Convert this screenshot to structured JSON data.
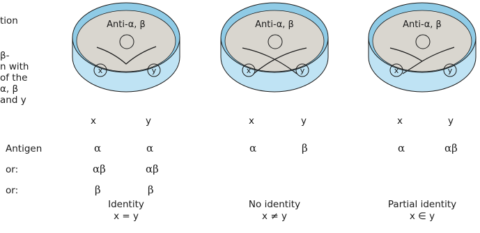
{
  "side_text": [
    "tion",
    "β-",
    "n with",
    "of the",
    "α, β",
    "and y"
  ],
  "row_labels": [
    "Antigen",
    "or:",
    "or:"
  ],
  "panels": [
    {
      "dish_label": "Anti-α, β",
      "well_left": "x",
      "well_right": "y",
      "col_left": "x",
      "col_right": "y",
      "rows": [
        [
          "α",
          "α"
        ],
        [
          "αβ",
          "αβ"
        ],
        [
          "β",
          "β"
        ]
      ],
      "caption": "Identity",
      "relation": "x = y"
    },
    {
      "dish_label": "Anti-α, β",
      "well_left": "x",
      "well_right": "y",
      "col_left": "x",
      "col_right": "y",
      "rows": [
        [
          "α",
          "β"
        ]
      ],
      "caption": "No identity",
      "relation": "x ≠ y"
    },
    {
      "dish_label": "Anti-α, β",
      "well_left": "x",
      "well_right": "y",
      "col_left": "x",
      "col_right": "y",
      "rows": [
        [
          "α",
          "αβ"
        ]
      ],
      "caption": "Partial identity",
      "relation": "x ∈ y"
    }
  ],
  "colors": {
    "dish_side": "#bfe3f4",
    "dish_rim": "#8fcbe6",
    "agar": "#d9d6cf",
    "stroke": "#1a1a1a"
  }
}
